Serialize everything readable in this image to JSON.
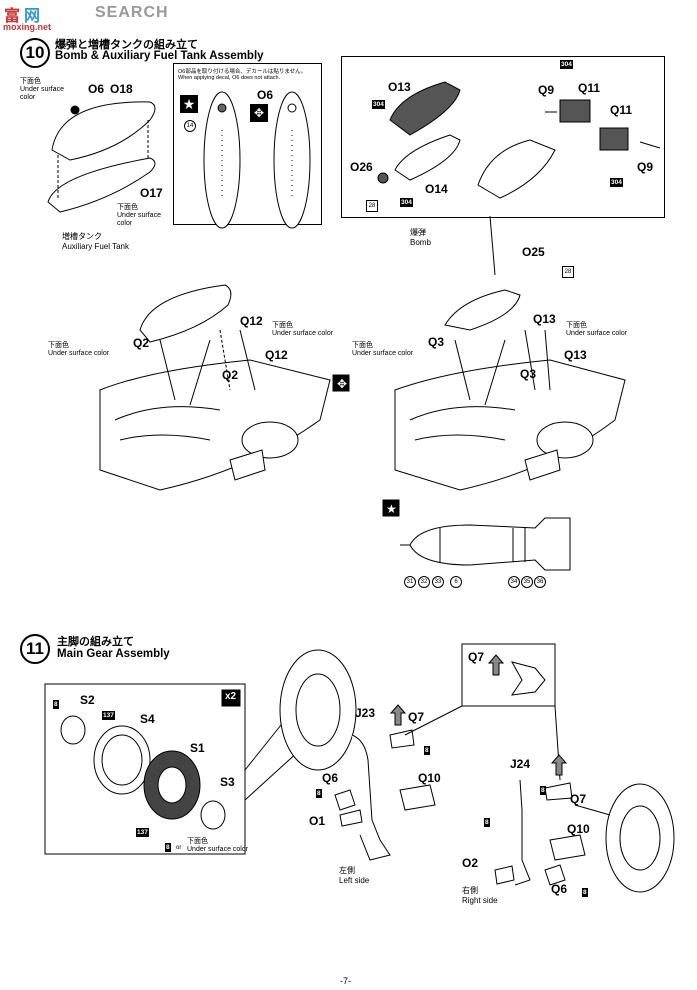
{
  "watermark": {
    "brand": "SEARCH",
    "site": "moxing.net"
  },
  "step10": {
    "number": "10",
    "title_jp": "爆弾と増槽タンクの組み立て",
    "title_en": "Bomb & Auxiliary Fuel Tank Assembly",
    "tank_box": {
      "parts": [
        "O6",
        "O18",
        "O17"
      ],
      "color_jp": "下面色",
      "color_en_1": "Under surface",
      "color_en_2": "color",
      "caption_jp": "増槽タンク",
      "caption_en": "Auxiliary Fuel Tank"
    },
    "decal_note": {
      "line1": "O6部品を取り付ける場合、デカールは貼りません。",
      "line2": "When applying decal, O6 does not attach.",
      "part": "O6",
      "decal_no": "14"
    },
    "bomb_box": {
      "parts": [
        "O13",
        "O26",
        "O14",
        "Q9",
        "Q11",
        "Q11",
        "Q9"
      ],
      "paint": "304",
      "decal": "28",
      "caption_jp": "爆弾",
      "caption_en": "Bomb"
    },
    "left_assembly": {
      "parts": [
        "Q2",
        "Q12",
        "Q2",
        "Q12"
      ],
      "color_jp": "下面色",
      "color_en": "Under surface color"
    },
    "right_assembly": {
      "parts": [
        "O25",
        "Q13",
        "Q3",
        "Q3",
        "Q13"
      ],
      "decal": "28",
      "color_jp": "下面色",
      "color_en": "Under surface color"
    },
    "bomb_decals": [
      "31",
      "32",
      "33",
      "6",
      "34",
      "35",
      "36"
    ]
  },
  "step11": {
    "number": "11",
    "title_jp": "主脚の組み立て",
    "title_en": "Main Gear Assembly",
    "wheel_box": {
      "qty": "x2",
      "parts": [
        "S2",
        "S4",
        "S1",
        "S3"
      ],
      "paints": [
        "8",
        "137",
        "137",
        "8"
      ],
      "or": "or",
      "color_jp": "下面色",
      "color_en": "Under surface color"
    },
    "left": {
      "parts": [
        "J23",
        "Q7",
        "Q6",
        "Q10",
        "O1"
      ],
      "paints": [
        "8",
        "8"
      ],
      "caption_jp": "左側",
      "caption_en": "Left side"
    },
    "q7_detail": "Q7",
    "right": {
      "parts": [
        "J24",
        "Q7",
        "Q10",
        "O2",
        "Q6"
      ],
      "paints": [
        "8",
        "8",
        "8"
      ],
      "caption_jp": "右側",
      "caption_en": "Right side"
    }
  },
  "page_number": "-7-"
}
